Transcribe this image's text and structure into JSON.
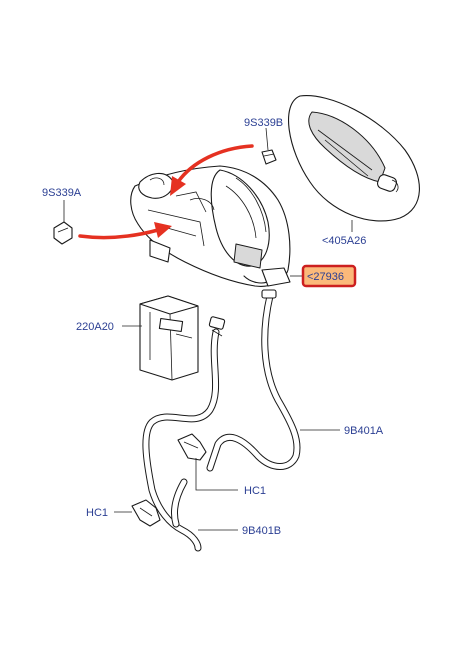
{
  "labels": {
    "screw_b": "9S339B",
    "screw_a": "9S339A",
    "flap": "<405A26",
    "housing": "<27936",
    "actuator": "220A20",
    "hose_a": "9B401A",
    "clip_hc1_right": "HC1",
    "clip_hc1_left": "HC1",
    "hose_b": "9B401B"
  },
  "colors": {
    "label_text": "#2b3f93",
    "highlight_border": "#cc1f1f",
    "highlight_fill": "#fbb97a",
    "arrow": "#e53121"
  }
}
